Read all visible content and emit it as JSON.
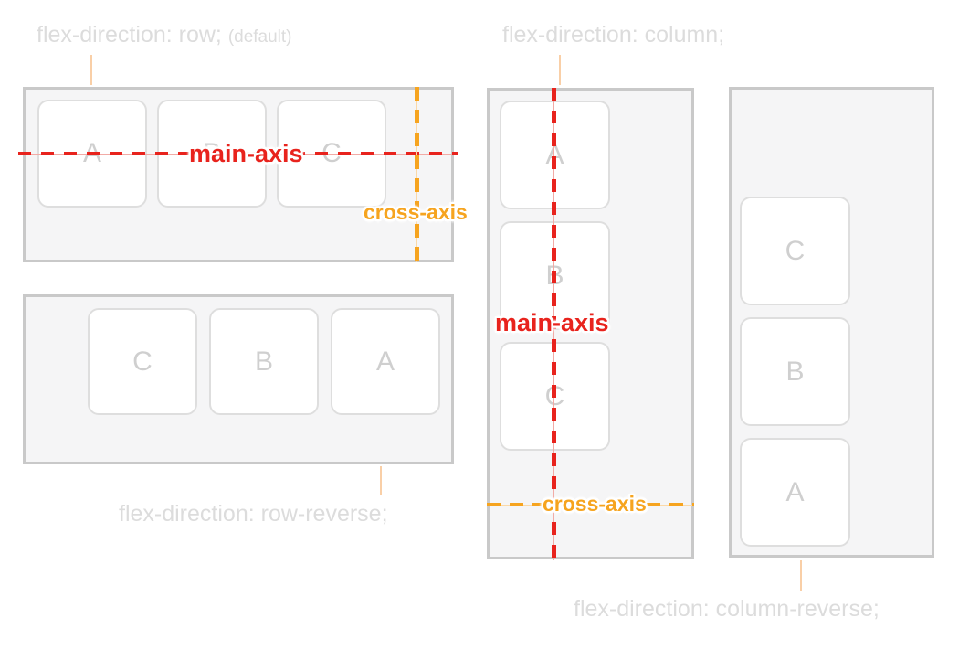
{
  "panels": {
    "row": {
      "label": "flex-direction: row;",
      "suffix": "(default)",
      "items": [
        "A",
        "B",
        "C"
      ]
    },
    "row_reverse": {
      "label": "flex-direction: row-reverse;",
      "items": [
        "A",
        "B",
        "C"
      ]
    },
    "column": {
      "label": "flex-direction: column;",
      "items": [
        "A",
        "B",
        "C"
      ]
    },
    "column_reverse": {
      "label": "flex-direction: column-reverse;",
      "items": [
        "A",
        "B",
        "C"
      ]
    }
  },
  "axis_labels": {
    "main": "main-axis",
    "cross": "cross-axis"
  },
  "colors": {
    "main_axis_red": "#e8231d",
    "cross_axis_orange": "#f6a41f",
    "caption_gray": "#dcdcdc",
    "item_letter_gray": "#cfcfcf",
    "connector_peach": "#f9cfa7"
  }
}
